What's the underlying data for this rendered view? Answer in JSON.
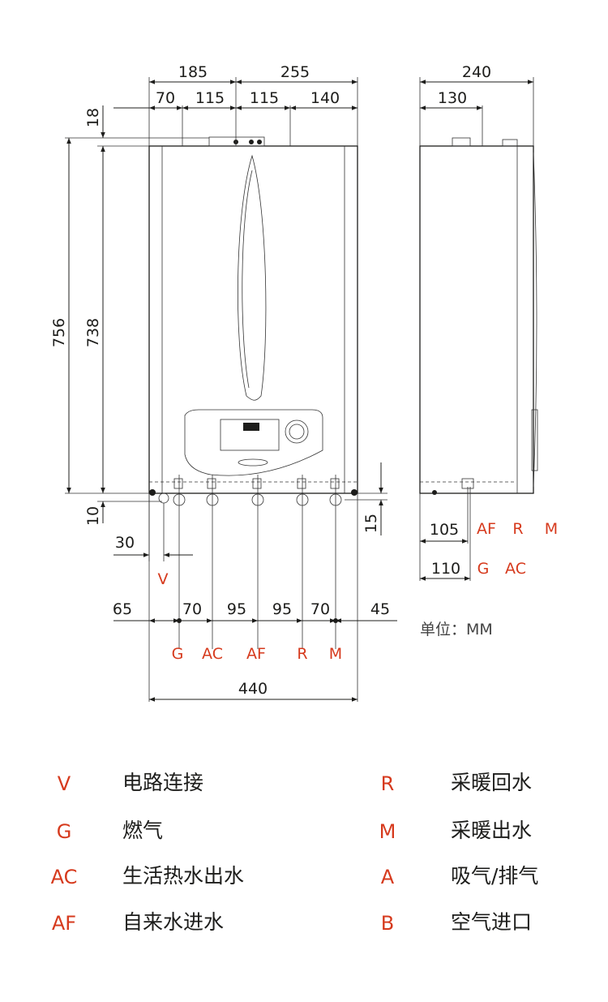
{
  "front": {
    "top": {
      "w185": "185",
      "w255": "255",
      "w70": "70",
      "w115a": "115",
      "w115b": "115",
      "w140": "140"
    },
    "left": {
      "h18": "18",
      "h756": "756",
      "h738": "738",
      "h10": "10"
    },
    "right": {
      "h15": "15"
    },
    "v_offset": "30",
    "v_label": "V",
    "bottom": {
      "b65": "65",
      "b70a": "70",
      "b95a": "95",
      "b95b": "95",
      "b70b": "70",
      "b45": "45"
    },
    "connections": [
      "G",
      "AC",
      "AF",
      "R",
      "M"
    ],
    "total_width": "440"
  },
  "side": {
    "depth": "240",
    "top_offset": "130",
    "row1_value": "105",
    "row1_labels": [
      "AF",
      "R",
      "M"
    ],
    "row2_value": "110",
    "row2_labels": [
      "G",
      "AC"
    ]
  },
  "unit": "单位：MM",
  "legend": {
    "left": [
      {
        "code": "V",
        "desc": "电路连接"
      },
      {
        "code": "G",
        "desc": "燃气"
      },
      {
        "code": "AC",
        "desc": "生活热水出水"
      },
      {
        "code": "AF",
        "desc": "自来水进水"
      }
    ],
    "right": [
      {
        "code": "R",
        "desc": "采暖回水"
      },
      {
        "code": "M",
        "desc": "采暖出水"
      },
      {
        "code": "A",
        "desc": "吸气/排气"
      },
      {
        "code": "B",
        "desc": "空气进口"
      }
    ]
  },
  "colors": {
    "accent": "#d63a1d",
    "line": "#1d1d1b"
  }
}
